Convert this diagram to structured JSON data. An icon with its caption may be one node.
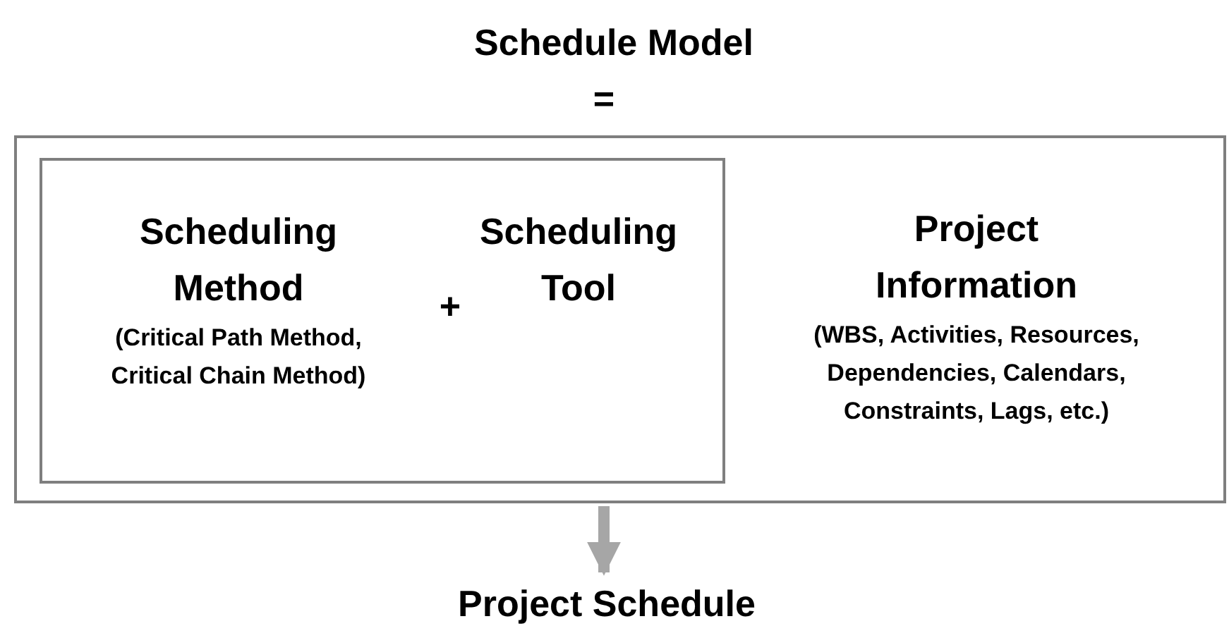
{
  "diagram": {
    "title": "Schedule Model",
    "nodes": [
      {
        "text": [
          "Project Information",
          "(WBS, Activities, Resources, Dependencies, Calendars, Constraints, Lags, etc.)"
        ]
      },
      {
        "text": [
          "Scheduling Method",
          "(Critical Path Method, Critical Chain Method)",
          "+",
          "Scheduling Tool"
        ],
        "in": 0
      },
      {
        "text": [
          "Project Schedule"
        ]
      }
    ],
    "edges": [
      {
        "from": 0,
        "to": 2,
        "arrow": "to"
      }
    ],
    "labels": [
      "="
    ]
  }
}
